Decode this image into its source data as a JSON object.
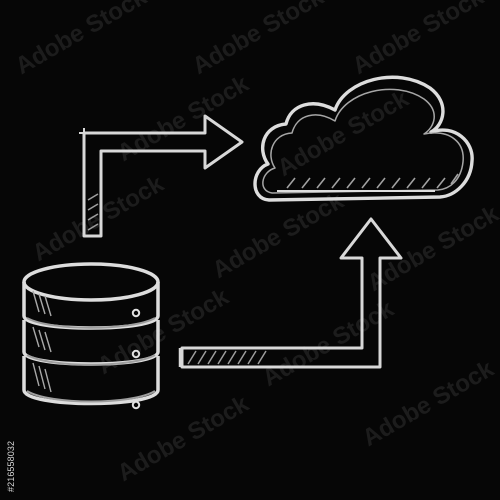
{
  "image": {
    "subject": "chalk sketch of database server sending data to cloud",
    "watermark_text": "Adobe Stock",
    "stock_id": "#216558032",
    "colors": {
      "background": "#060606",
      "chalk": "#d8d8d8",
      "chalk_shadow": "#a9a9a9"
    },
    "icons": [
      "database-icon",
      "cloud-icon",
      "arrow-right-icon",
      "arrow-up-icon"
    ]
  }
}
